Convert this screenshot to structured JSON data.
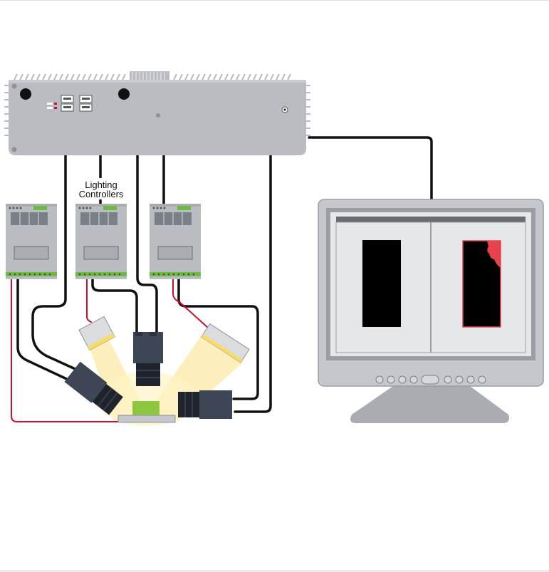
{
  "labels": {
    "lighting_line1": "Lighting",
    "lighting_line2": "Controllers"
  },
  "colors": {
    "device_gray": "#b9bcc1",
    "device_dark": "#9a9ea4",
    "cable_black": "#111111",
    "cable_red": "#c8102e",
    "camera_body": "#3d4654",
    "light_glow": "#f8dc6a",
    "part_green": "#8dc63f",
    "monitor_frame": "#c4c7cc",
    "screen_bg": "#e6e7e9",
    "defect_red": "#e8434a"
  },
  "icons": [
    "industrial-pc",
    "usb-port",
    "lighting-controller",
    "camera",
    "light-bar",
    "inspected-part",
    "monitor",
    "screen-image-good",
    "screen-image-defect"
  ]
}
